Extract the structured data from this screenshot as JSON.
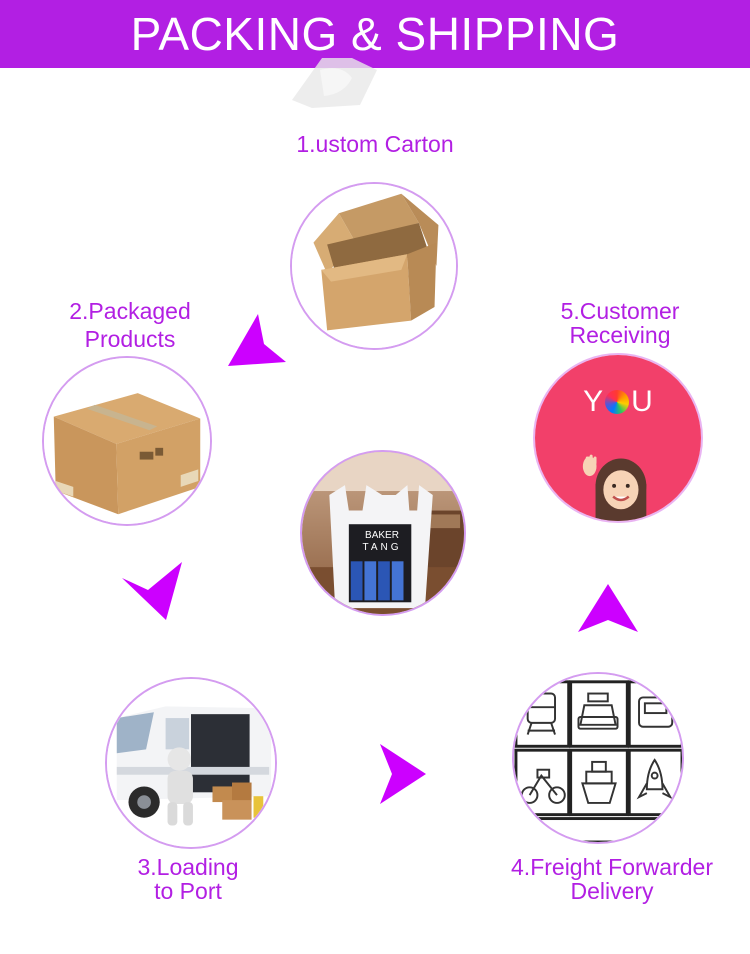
{
  "banner": {
    "title": "PACKING & SHIPPING"
  },
  "steps": [
    {
      "label": "1.ustom Carton"
    },
    {
      "label_line1": "2.Packaged",
      "label_line2": "Products"
    },
    {
      "label_line1": "3.Loading",
      "label_line2": "to Port"
    },
    {
      "label_line1": "4.Freight Forwarder",
      "label_line2": "Delivery"
    },
    {
      "label_line1": "5.Customer",
      "label_line2": "Receiving"
    }
  ],
  "center_product": {
    "brand_line1": "BAKER",
    "brand_line2": "TANG"
  },
  "customer_badge": {
    "text_left": "Y",
    "text_right": "U"
  },
  "colors": {
    "accent": "#b21fe3",
    "arrow": "#cc00ff",
    "circle_border": "#d49cf0",
    "customer_bg": "#f2406a"
  }
}
